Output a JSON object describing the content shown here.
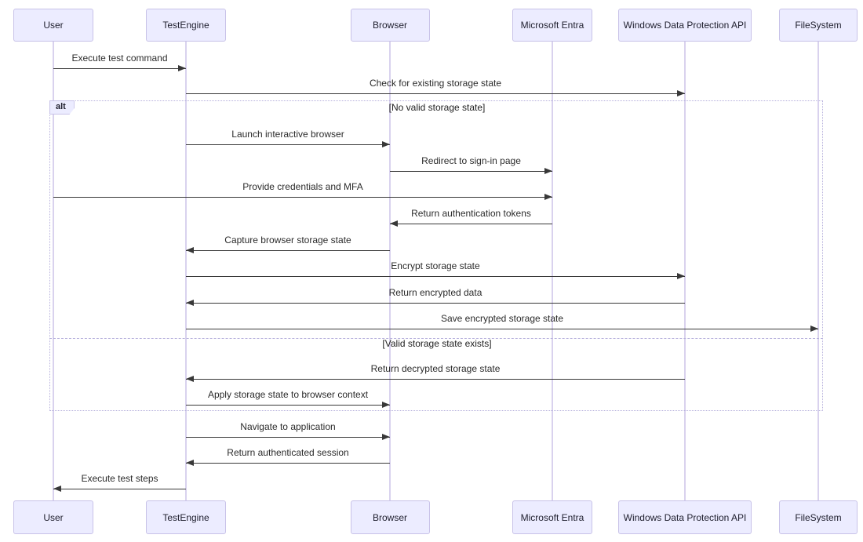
{
  "diagram": {
    "participants": [
      {
        "name": "User"
      },
      {
        "name": "TestEngine"
      },
      {
        "name": "Browser"
      },
      {
        "name": "Microsoft Entra"
      },
      {
        "name": "Windows Data Protection API"
      },
      {
        "name": "FileSystem"
      }
    ],
    "messages": [
      {
        "from": "User",
        "to": "TestEngine",
        "label": "Execute test command"
      },
      {
        "from": "TestEngine",
        "to": "Windows Data Protection API",
        "label": "Check for existing storage state"
      },
      {
        "from": "TestEngine",
        "to": "Browser",
        "label": "Launch interactive browser"
      },
      {
        "from": "Browser",
        "to": "Microsoft Entra",
        "label": "Redirect to sign-in page"
      },
      {
        "from": "User",
        "to": "Microsoft Entra",
        "label": "Provide credentials and MFA"
      },
      {
        "from": "Microsoft Entra",
        "to": "Browser",
        "label": "Return authentication tokens"
      },
      {
        "from": "Browser",
        "to": "TestEngine",
        "label": "Capture browser storage state"
      },
      {
        "from": "TestEngine",
        "to": "Windows Data Protection API",
        "label": "Encrypt storage state"
      },
      {
        "from": "Windows Data Protection API",
        "to": "TestEngine",
        "label": "Return encrypted data"
      },
      {
        "from": "TestEngine",
        "to": "FileSystem",
        "label": "Save encrypted storage state"
      },
      {
        "from": "Windows Data Protection API",
        "to": "TestEngine",
        "label": "Return decrypted storage state"
      },
      {
        "from": "TestEngine",
        "to": "Browser",
        "label": "Apply storage state to browser context"
      },
      {
        "from": "TestEngine",
        "to": "Browser",
        "label": "Navigate to application"
      },
      {
        "from": "Browser",
        "to": "TestEngine",
        "label": "Return authenticated session"
      },
      {
        "from": "TestEngine",
        "to": "User",
        "label": "Execute test steps"
      }
    ],
    "alt_frame": {
      "label": "alt",
      "conditions": [
        "[No valid storage state]",
        "[Valid storage state exists]"
      ]
    }
  }
}
